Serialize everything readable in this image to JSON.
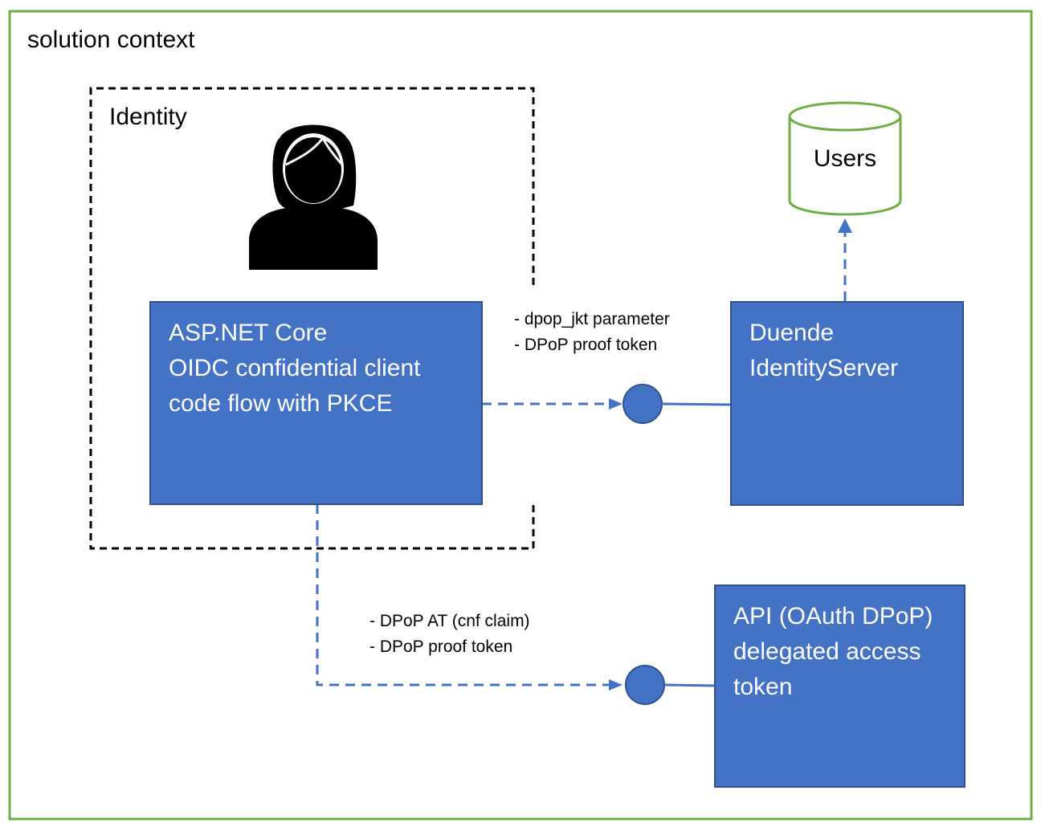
{
  "colors": {
    "context_border": "#70ad47",
    "box_fill": "#4472c4",
    "box_border": "#2f528f",
    "connector": "#4472c4",
    "boundary": "#000000"
  },
  "context": {
    "label": "solution context"
  },
  "identity_boundary": {
    "label": "Identity",
    "icon": "user-icon"
  },
  "client": {
    "lines": [
      "ASP.NET Core",
      "OIDC confidential client",
      "code flow with PKCE"
    ]
  },
  "identity_server": {
    "lines": [
      "Duende",
      "IdentityServer"
    ]
  },
  "users_store": {
    "label": "Users",
    "icon": "database-icon"
  },
  "api": {
    "lines": [
      "API (OAuth DPoP)",
      "delegated access",
      "token"
    ]
  },
  "token_request": {
    "lines": [
      "- dpop_jkt parameter",
      "- DPoP proof token"
    ]
  },
  "api_request": {
    "lines": [
      "- DPoP AT (cnf claim)",
      "- DPoP proof token"
    ]
  }
}
